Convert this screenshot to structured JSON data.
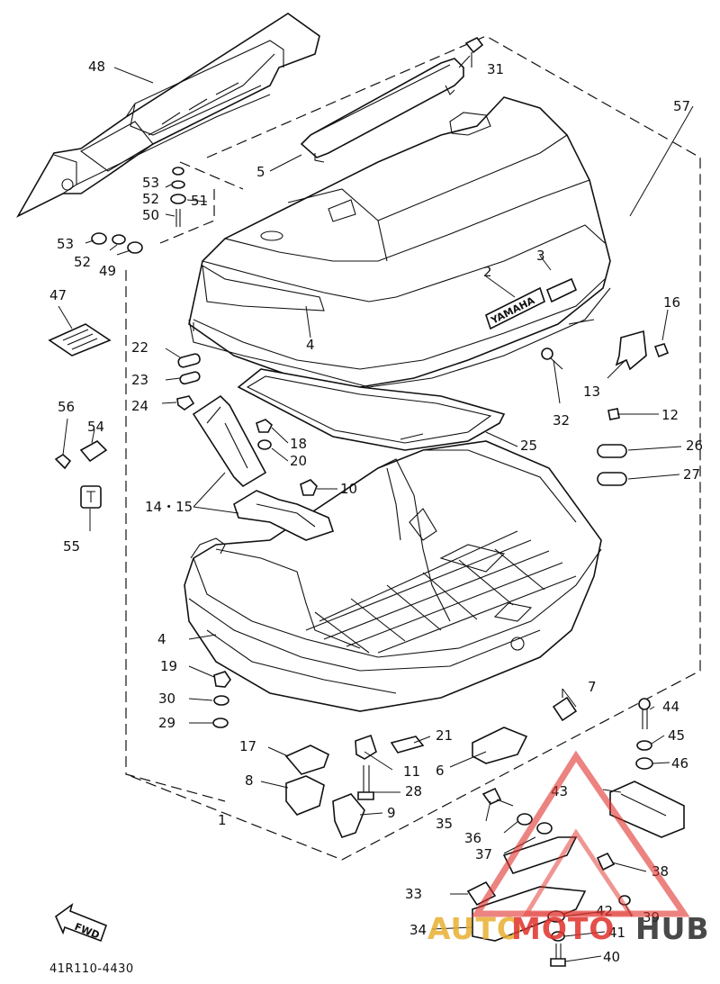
{
  "diagram": {
    "code": "41R110-4430",
    "fwd_label": "FWD",
    "brand_mark": "YAMAHA",
    "watermark": {
      "prefix": "AUTO",
      "mid": "MOTO",
      "suffix": "HUB",
      "accent_color": "#e0312b",
      "gold_color": "#e8b030",
      "dark_color": "#2a2a2a"
    },
    "part_numbers": [
      "48",
      "31",
      "57",
      "5",
      "53",
      "52",
      "51",
      "50",
      "53",
      "52",
      "49",
      "2",
      "3",
      "47",
      "4",
      "16",
      "22",
      "23",
      "24",
      "13",
      "32",
      "12",
      "56",
      "54",
      "18",
      "20",
      "25",
      "26",
      "10",
      "27",
      "14・15",
      "55",
      "4",
      "7",
      "19",
      "30",
      "29",
      "44",
      "17",
      "21",
      "45",
      "6",
      "11",
      "46",
      "8",
      "28",
      "43",
      "9",
      "1",
      "35",
      "36",
      "37",
      "38",
      "33",
      "42",
      "39",
      "34",
      "41",
      "40"
    ]
  }
}
